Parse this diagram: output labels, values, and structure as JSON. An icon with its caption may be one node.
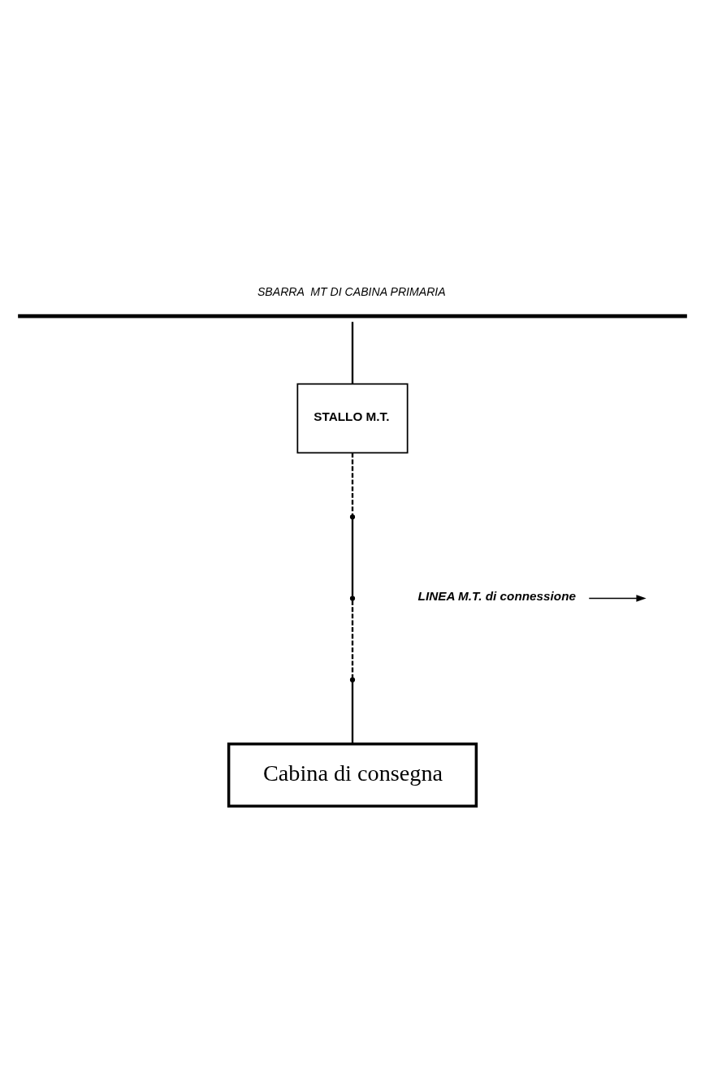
{
  "diagram": {
    "nodes": [
      {
        "text": [
          "SBARRA  MT DI CABINA PRIMARIA"
        ]
      },
      {
        "text": [
          "STALLO M.T."
        ]
      },
      {
        "text": [],
        "shape": "point"
      },
      {
        "text": [],
        "shape": "point"
      },
      {
        "text": [],
        "shape": "point"
      },
      {
        "text": [
          "Cabina di consegna"
        ]
      },
      {
        "text": [
          "LINEA M.T. di connessione"
        ]
      }
    ],
    "edges": [
      {
        "from": 0,
        "to": 1,
        "arrow": "none"
      },
      {
        "from": 1,
        "to": 2,
        "arrow": "none",
        "style": "dashed"
      },
      {
        "from": 2,
        "to": 3,
        "arrow": "none"
      },
      {
        "from": 3,
        "to": 4,
        "arrow": "none",
        "style": "dashed"
      },
      {
        "from": 4,
        "to": 5,
        "arrow": "none"
      },
      {
        "from": 6,
        "to": null,
        "arrow": "to"
      }
    ]
  }
}
